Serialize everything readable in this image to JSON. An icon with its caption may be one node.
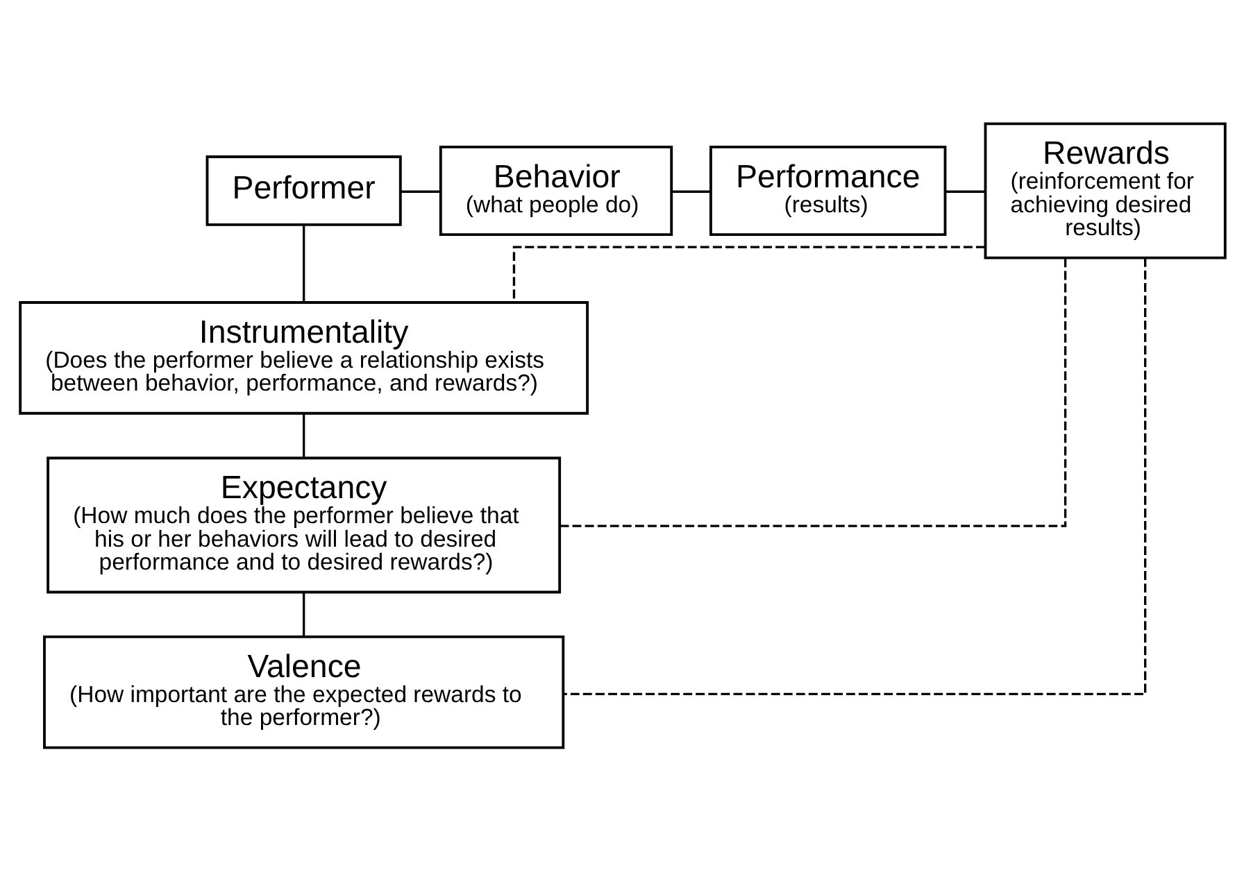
{
  "diagram": {
    "nodes": [
      {
        "text": [
          "Performer"
        ]
      },
      {
        "text": [
          "Behavior",
          "(what people do)"
        ]
      },
      {
        "text": [
          "Performance",
          "(results)"
        ]
      },
      {
        "text": [
          "Rewards",
          "(reinforcement for achieving desired results)"
        ]
      },
      {
        "text": [
          "Instrumentality",
          "(Does the performer believe a relationship exists between behavior, performance, and rewards?)"
        ]
      },
      {
        "text": [
          "Expectancy",
          "(How much does the performer believe that his or her behaviors will lead to desired performance and to desired rewards?)"
        ]
      },
      {
        "text": [
          "Valence",
          "(How important are the expected rewards to the performer?)"
        ]
      }
    ],
    "edges": [
      {
        "from": 0,
        "to": 1,
        "arrow": "none"
      },
      {
        "from": 1,
        "to": 2,
        "arrow": "none"
      },
      {
        "from": 2,
        "to": 3,
        "arrow": "none"
      },
      {
        "from": 0,
        "to": 4,
        "arrow": "none"
      },
      {
        "from": 4,
        "to": 5,
        "arrow": "none"
      },
      {
        "from": 5,
        "to": 6,
        "arrow": "none"
      },
      {
        "from": 3,
        "to": 4,
        "arrow": "none",
        "style": "dashed"
      },
      {
        "from": 3,
        "to": 5,
        "arrow": "none",
        "style": "dashed"
      },
      {
        "from": 3,
        "to": 6,
        "arrow": "none",
        "style": "dashed"
      }
    ]
  }
}
